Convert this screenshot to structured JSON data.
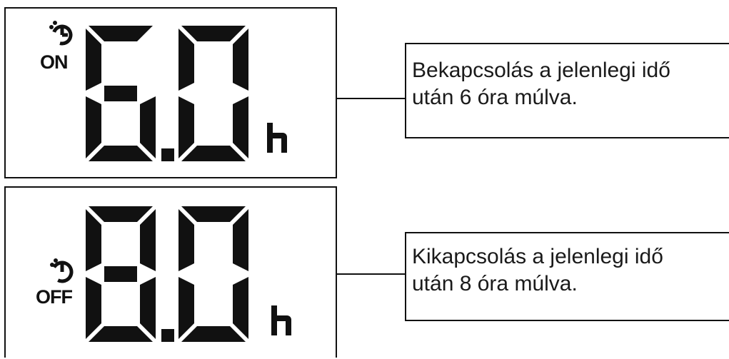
{
  "on_panel": {
    "mode_label": "ON",
    "icon": "timer-clock-icon",
    "display_digits": [
      "6",
      "0"
    ],
    "unit": "h",
    "value_hours": 6.0,
    "description_lines": [
      "Bekapcsolás a jelenlegi idő",
      "után 6 óra múlva."
    ]
  },
  "off_panel": {
    "mode_label": "OFF",
    "icon": "timer-clock-icon",
    "display_digits": [
      "8",
      "0"
    ],
    "unit": "h",
    "value_hours": 8.0,
    "description_lines": [
      "Kikapcsolás a jelenlegi idő",
      "után 8 óra múlva."
    ]
  },
  "colors": {
    "segment": "#111111",
    "background": "#ffffff",
    "text": "#1a1a1a"
  }
}
